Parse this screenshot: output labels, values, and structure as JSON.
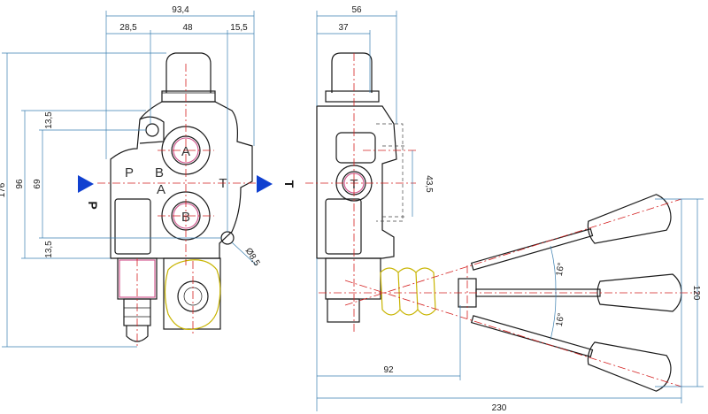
{
  "dimensions": {
    "front_total_width": "93,4",
    "front_left": "28,5",
    "front_middle": "48",
    "front_right": "15,5",
    "front_height_total": "176",
    "front_height_96": "96",
    "front_height_69": "69",
    "front_top_13": "13,5",
    "front_bottom_13": "13,5",
    "hole_diameter": "Ø8,5",
    "side_width": "56",
    "side_inner": "37",
    "side_port_height": "43,5",
    "lever_reach": "92",
    "overall_length": "230",
    "lever_height": "120",
    "angle_up": "16°",
    "angle_down": "16°"
  },
  "ports": {
    "a": "A",
    "b": "B",
    "p_body": "P",
    "b_body": "B",
    "a_body": "A",
    "t_body": "T",
    "t_side": "T",
    "p_inlet": "P",
    "t_outlet": "T"
  },
  "colors": {
    "centerline": "#d42020",
    "dimension": "#3a7fb0",
    "arrow": "#1040d0",
    "spring": "#c8b400"
  }
}
